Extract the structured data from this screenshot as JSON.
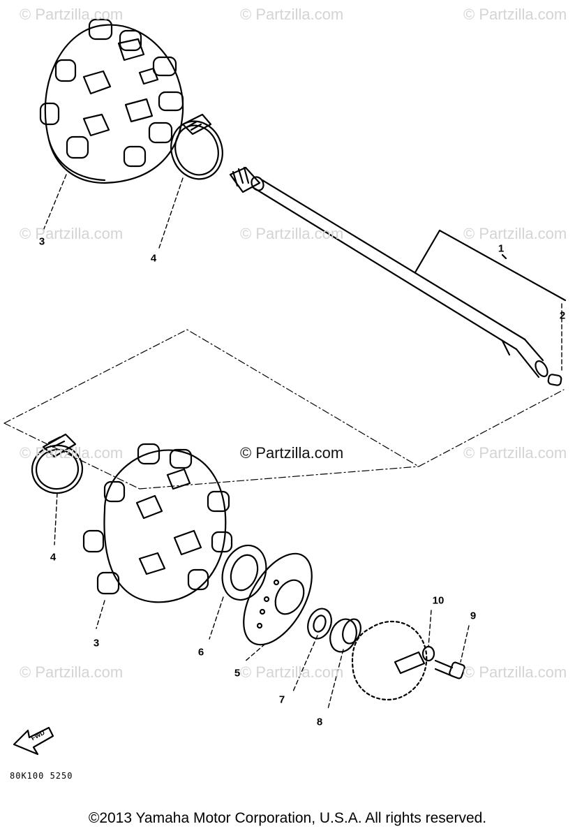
{
  "watermark": {
    "text": "© Partzilla.com",
    "center_text": "© Partzilla.com"
  },
  "callouts": {
    "p1": "1",
    "p2": "2",
    "p3_top": "3",
    "p4_top": "4",
    "p3_bottom": "3",
    "p4_bottom": "4",
    "p5": "5",
    "p6": "6",
    "p7": "7",
    "p8": "8",
    "p9": "9",
    "p10": "10"
  },
  "direction_marker": "FWD",
  "diagram_code": "80K100 5250",
  "footer": "©2013  Yamaha Motor Corporation, U.S.A. All rights reserved.",
  "colors": {
    "ink": "#000000",
    "watermark": "#d4d4d4",
    "background": "#ffffff"
  }
}
